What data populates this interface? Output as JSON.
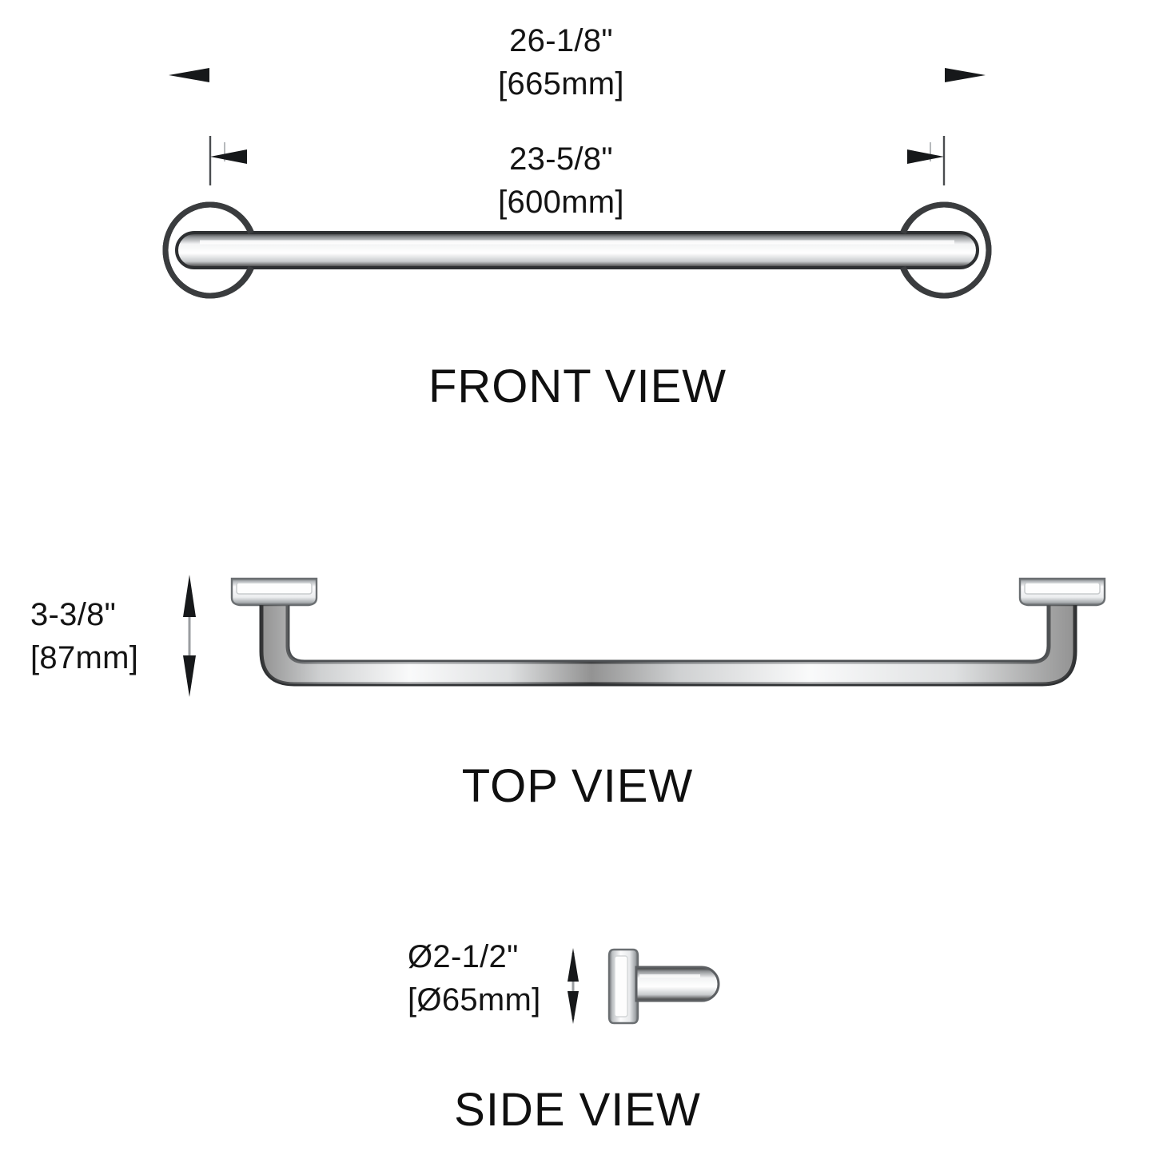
{
  "document": {
    "type": "technical-dimension-drawing",
    "product": "wall-mounted towel bar",
    "background_color": "#ffffff",
    "line_color": "#1a1a1a",
    "metal_color": "#b9bcbe"
  },
  "dimensions": {
    "overall_length": {
      "imperial": "26-1/8\"",
      "metric": "[665mm]"
    },
    "center_to_center": {
      "imperial": "23-5/8\"",
      "metric": "[600mm]"
    },
    "projection_depth": {
      "imperial": "3-3/8\"",
      "metric": "[87mm]"
    },
    "flange_diameter": {
      "imperial": "Ø2-1/2\"",
      "metric": "[Ø65mm]"
    }
  },
  "views": {
    "front": {
      "label": "FRONT VIEW"
    },
    "top": {
      "label": "TOP VIEW"
    },
    "side": {
      "label": "SIDE VIEW"
    }
  }
}
